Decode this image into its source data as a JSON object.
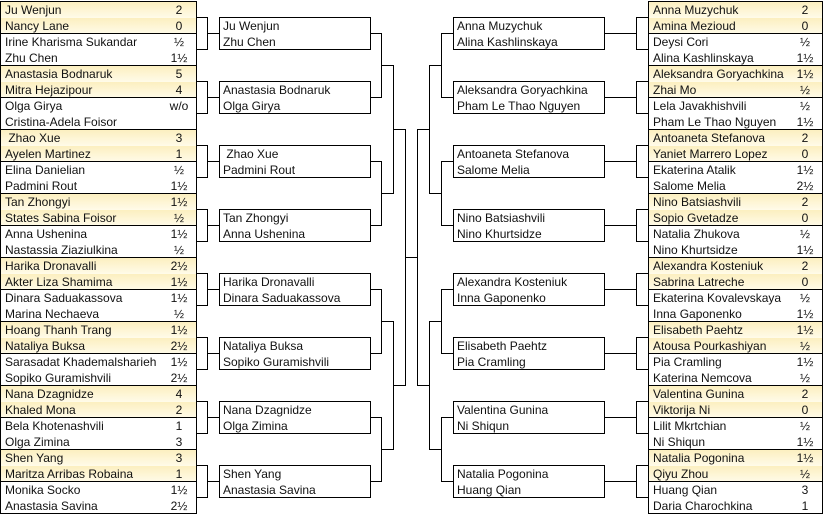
{
  "left": {
    "round1": [
      {
        "seed_pair": [
          [
            "Ju Wenjun",
            "2"
          ],
          [
            "Nancy Lane",
            "0"
          ]
        ],
        "other_pair": [
          [
            "Irine Kharisma Sukandar",
            "½"
          ],
          [
            "Zhu Chen",
            "1½"
          ]
        ]
      },
      {
        "seed_pair": [
          [
            "Anastasia Bodnaruk",
            "5"
          ],
          [
            "Mitra Hejazipour",
            "4"
          ]
        ],
        "other_pair": [
          [
            "Olga Girya",
            "w/o"
          ],
          [
            "Cristina-Adela Foisor",
            ""
          ]
        ]
      },
      {
        "seed_pair": [
          [
            " Zhao Xue",
            "3"
          ],
          [
            "Ayelen Martinez",
            "1"
          ]
        ],
        "other_pair": [
          [
            "Elina Danielian",
            "½"
          ],
          [
            "Padmini Rout",
            "1½"
          ]
        ]
      },
      {
        "seed_pair": [
          [
            "Tan Zhongyi",
            "1½"
          ],
          [
            "States Sabina Foisor",
            "½"
          ]
        ],
        "other_pair": [
          [
            "Anna Ushenina",
            "1½"
          ],
          [
            "Nastassia Ziaziulkina",
            "½"
          ]
        ]
      },
      {
        "seed_pair": [
          [
            "Harika Dronavalli",
            "2½"
          ],
          [
            "Akter Liza Shamima",
            "1½"
          ]
        ],
        "other_pair": [
          [
            "Dinara Saduakassova",
            "1½"
          ],
          [
            "Marina Nechaeva",
            "½"
          ]
        ]
      },
      {
        "seed_pair": [
          [
            "Hoang Thanh Trang",
            "1½"
          ],
          [
            "Nataliya Buksa",
            "2½"
          ]
        ],
        "other_pair": [
          [
            "Sarasadat Khademalsharieh",
            "1½"
          ],
          [
            "Sopiko Guramishvili",
            "2½"
          ]
        ]
      },
      {
        "seed_pair": [
          [
            "Nana Dzagnidze",
            "4"
          ],
          [
            "Khaled Mona",
            "2"
          ]
        ],
        "other_pair": [
          [
            "Bela Khotenashvili",
            "1"
          ],
          [
            "Olga Zimina",
            "3"
          ]
        ]
      },
      {
        "seed_pair": [
          [
            "Shen Yang",
            "3"
          ],
          [
            "Maritza Arribas Robaina",
            "1"
          ]
        ],
        "other_pair": [
          [
            "Monika Socko",
            "1½"
          ],
          [
            "Anastasia Savina",
            "2½"
          ]
        ]
      }
    ],
    "round2": [
      [
        "Ju Wenjun",
        "Zhu Chen"
      ],
      [
        "Anastasia Bodnaruk",
        "Olga Girya"
      ],
      [
        " Zhao Xue",
        "Padmini Rout"
      ],
      [
        "Tan Zhongyi",
        "Anna Ushenina"
      ],
      [
        "Harika Dronavalli",
        "Dinara Saduakassova"
      ],
      [
        "Nataliya Buksa",
        "Sopiko Guramishvili"
      ],
      [
        "Nana Dzagnidze",
        "Olga Zimina"
      ],
      [
        "Shen Yang",
        "Anastasia Savina"
      ]
    ]
  },
  "right": {
    "round1": [
      {
        "seed_pair": [
          [
            "Anna Muzychuk",
            "2"
          ],
          [
            "Amina Mezioud",
            "0"
          ]
        ],
        "other_pair": [
          [
            "Deysi Cori",
            "½"
          ],
          [
            "Alina Kashlinskaya",
            "1½"
          ]
        ]
      },
      {
        "seed_pair": [
          [
            "Aleksandra Goryachkina",
            "1½"
          ],
          [
            "Zhai Mo",
            "½"
          ]
        ],
        "other_pair": [
          [
            "Lela Javakhishvili",
            "½"
          ],
          [
            "Pham Le Thao Nguyen",
            "1½"
          ]
        ]
      },
      {
        "seed_pair": [
          [
            "Antoaneta Stefanova",
            "2"
          ],
          [
            "Yaniet Marrero Lopez",
            "0"
          ]
        ],
        "other_pair": [
          [
            "Ekaterina Atalik",
            "1½"
          ],
          [
            "Salome Melia",
            "2½"
          ]
        ]
      },
      {
        "seed_pair": [
          [
            "Nino Batsiashvili",
            "2"
          ],
          [
            "Sopio Gvetadze",
            "0"
          ]
        ],
        "other_pair": [
          [
            "Natalia Zhukova",
            "½"
          ],
          [
            "Nino Khurtsidze",
            "1½"
          ]
        ]
      },
      {
        "seed_pair": [
          [
            "Alexandra Kosteniuk",
            "2"
          ],
          [
            "Sabrina Latreche",
            "0"
          ]
        ],
        "other_pair": [
          [
            "Ekaterina Kovalevskaya",
            "½"
          ],
          [
            "Inna Gaponenko",
            "1½"
          ]
        ]
      },
      {
        "seed_pair": [
          [
            "Elisabeth Paehtz",
            "1½"
          ],
          [
            "Atousa Pourkashiyan",
            "½"
          ]
        ],
        "other_pair": [
          [
            "Pia Cramling",
            "1½"
          ],
          [
            "Katerina Nemcova",
            "½"
          ]
        ]
      },
      {
        "seed_pair": [
          [
            "Valentina Gunina",
            "2"
          ],
          [
            "Viktorija Ni",
            "0"
          ]
        ],
        "other_pair": [
          [
            "Lilit Mkrtchian",
            "½"
          ],
          [
            "Ni Shiqun",
            "1½"
          ]
        ]
      },
      {
        "seed_pair": [
          [
            "Natalia Pogonina",
            "1½"
          ],
          [
            "Qiyu Zhou",
            "½"
          ]
        ],
        "other_pair": [
          [
            "Huang Qian",
            "3"
          ],
          [
            "Daria Charochkina",
            "1"
          ]
        ]
      }
    ],
    "round2": [
      [
        "Anna Muzychuk",
        "Alina Kashlinskaya"
      ],
      [
        "Aleksandra Goryachkina",
        "Pham Le Thao Nguyen"
      ],
      [
        "Antoaneta Stefanova",
        "Salome Melia"
      ],
      [
        "Nino Batsiashvili",
        "Nino Khurtsidze"
      ],
      [
        "Alexandra Kosteniuk",
        "Inna Gaponenko"
      ],
      [
        "Elisabeth Paehtz",
        "Pia Cramling"
      ],
      [
        "Valentina Gunina",
        "Ni Shiqun"
      ],
      [
        "Natalia Pogonina",
        "Huang Qian"
      ]
    ]
  }
}
